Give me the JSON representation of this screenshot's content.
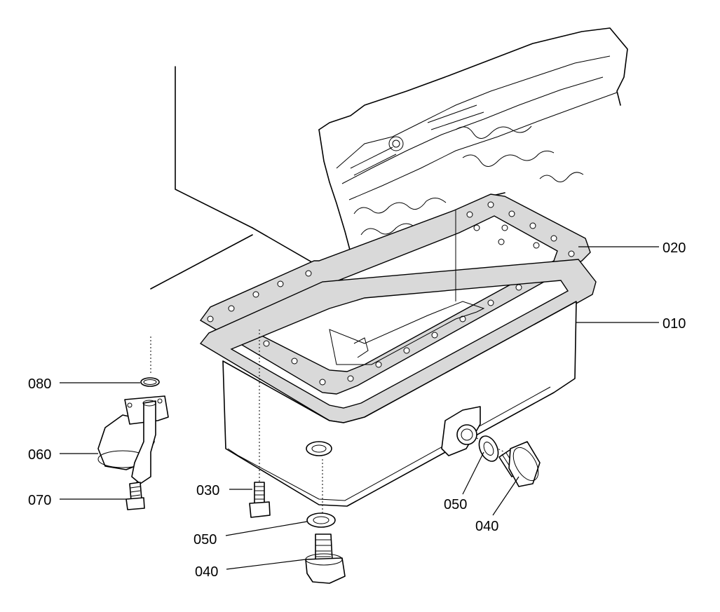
{
  "callouts": {
    "c020": "020",
    "c010": "010",
    "c080": "080",
    "c060": "060",
    "c070": "070",
    "c030": "030",
    "c050a": "050",
    "c040a": "040",
    "c050b": "050",
    "c040b": "040"
  }
}
